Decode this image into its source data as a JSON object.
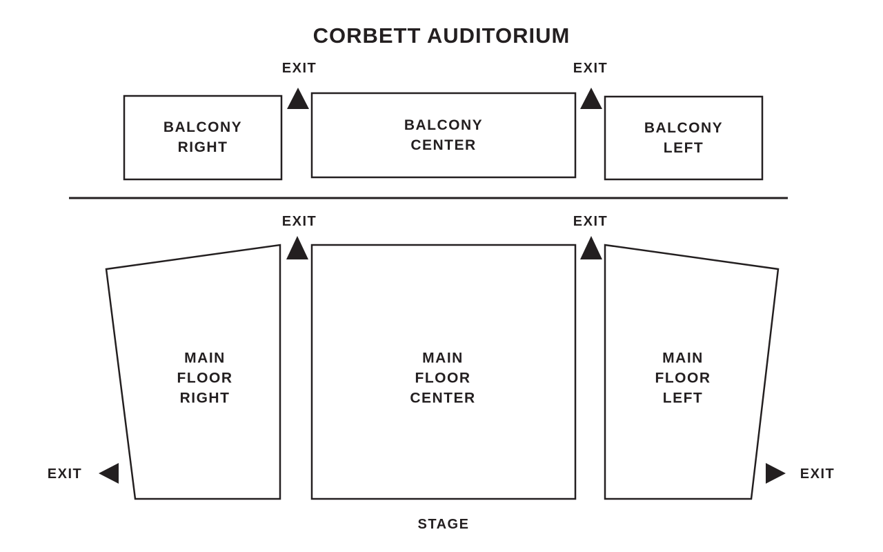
{
  "title": "CORBETT AUDITORIUM",
  "colors": {
    "ink": "#231f20",
    "background": "#ffffff"
  },
  "sections": {
    "balcony_right": {
      "label": "BALCONY\nRIGHT"
    },
    "balcony_center": {
      "label": "BALCONY\nCENTER"
    },
    "balcony_left": {
      "label": "BALCONY\nLEFT"
    },
    "main_floor_right": {
      "label": "MAIN\nFLOOR\nRIGHT"
    },
    "main_floor_center": {
      "label": "MAIN\nFLOOR\nCENTER"
    },
    "main_floor_left": {
      "label": "MAIN\nFLOOR\nLEFT"
    }
  },
  "exits": {
    "balcony_gap_left": {
      "label": "EXIT"
    },
    "balcony_gap_right": {
      "label": "EXIT"
    },
    "main_gap_left": {
      "label": "EXIT"
    },
    "main_gap_right": {
      "label": "EXIT"
    },
    "main_side_left": {
      "label": "EXIT"
    },
    "main_side_right": {
      "label": "EXIT"
    }
  },
  "stage": {
    "label": "STAGE"
  }
}
